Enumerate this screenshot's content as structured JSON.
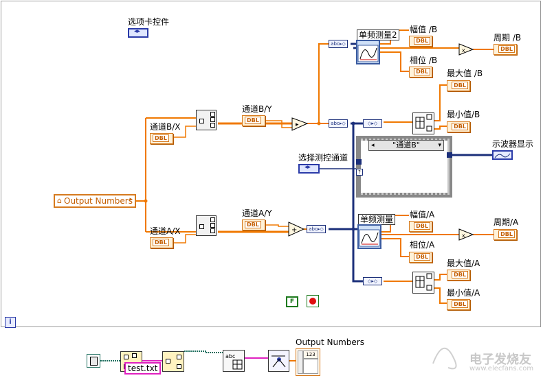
{
  "tab_control_label": "选项卡控件",
  "output_numbers_label": "Output Numbers",
  "channel_b_x": "通道B/X",
  "channel_b_y": "通道B/Y",
  "channel_a_x": "通道A/X",
  "channel_a_y": "通道A/Y",
  "select_channel_label": "选择测控通道",
  "case_selector_text": "\"通道B\"",
  "single_freq_measure_2": "单频测量2",
  "single_freq_measure": "单频测量",
  "amplitude_b": "幅值 /B",
  "phase_b": "相位 /B",
  "period_b": "周期 /B",
  "max_b": "最大值 /B",
  "min_b": "最小值/B",
  "scope_display": "示波器显示",
  "amplitude_a": "幅值/A",
  "phase_a": "相位/A",
  "period_a": "周期/A",
  "max_a": "最大值/A",
  "min_a": "最小值/A",
  "dbl": "DBL",
  "output_numbers_bottom": "Output Numbers",
  "file_name": "test.txt",
  "boolean_false": "F",
  "info_icon": "i",
  "watermark_text": "电子发烧友",
  "watermark_url": "www.elecfans.com",
  "colors": {
    "orange_wire": "#f07800",
    "blue_wire": "#1b2f7a",
    "pink_wire": "#e020c0",
    "teal_wire": "#207060"
  }
}
